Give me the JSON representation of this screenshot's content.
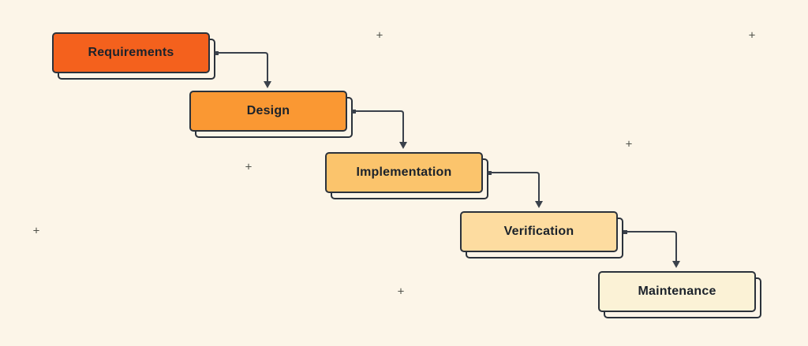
{
  "diagram": {
    "name": "waterfall-model",
    "stages": [
      {
        "label": "Requirements",
        "color": "#F4611D"
      },
      {
        "label": "Design",
        "color": "#FA9833"
      },
      {
        "label": "Implementation",
        "color": "#FBC46C"
      },
      {
        "label": "Verification",
        "color": "#FDDCA0"
      },
      {
        "label": "Maintenance",
        "color": "#FBF2D6"
      }
    ],
    "colors": {
      "background": "#FCF5E8",
      "outline": "#2B323B",
      "connector": "#3A414B",
      "label_text": "#1B222B",
      "plus": "#50514A"
    },
    "decorations": {
      "plus_glyph": "+"
    }
  }
}
